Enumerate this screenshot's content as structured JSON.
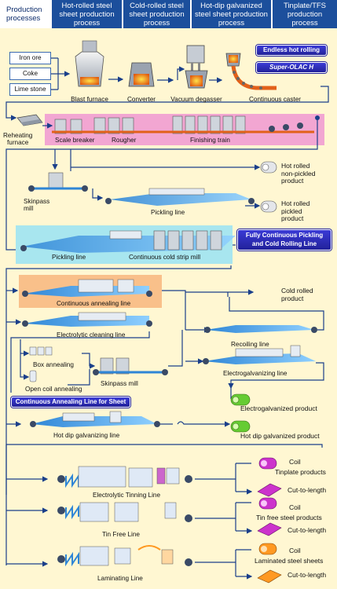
{
  "header": {
    "production_processes": "Production\nprocesses",
    "tabs": [
      {
        "label": "Hot-rolled steel\nsheet production\nprocess"
      },
      {
        "label": "Cold-rolled steel\nsheet production\nprocess"
      },
      {
        "label": "Hot-dip galvanized\nsteel sheet production\nprocess"
      },
      {
        "label": "Tinplate/TFS\nproduction\nprocess"
      }
    ]
  },
  "raw_materials": [
    "Iron ore",
    "Coke",
    "Lime stone"
  ],
  "equipment": {
    "blast_furnace": "Blast furnace",
    "converter": "Converter",
    "vacuum_degasser": "Vacuum degasser",
    "continuous_caster": "Continuous caster",
    "reheating_furnace": "Reheating\nfurnace",
    "scale_breaker": "Scale breaker",
    "rougher": "Rougher",
    "finishing_train": "Finishing train",
    "skinpass_mill_1": "Skinpass\nmill",
    "pickling_line_1": "Pickling line",
    "pickling_line_2": "Pickling line",
    "continuous_cold_strip_mill": "Continuous cold strip mill",
    "continuous_annealing_line": "Continuous annealing line",
    "electrolytic_cleaning_line": "Electrolytic cleaning line",
    "box_annealing": "Box annealing",
    "open_coil_annealing": "Open coil annealing",
    "skinpass_mill_2": "Skinpass mill",
    "recoiling_line": "Recoiling line",
    "electrogalvanizing_line": "Electrogalvanizing line",
    "hot_dip_galvanizing_line": "Hot dip galvanizing line",
    "electrolytic_tinning_line": "Electrolytic Tinning Line",
    "tin_free_line": "Tin Free Line",
    "laminating_line": "Laminating Line"
  },
  "badges": {
    "endless_hot_rolling": "Endless hot rolling",
    "super_olac_h": "Super-OLAC H",
    "fully_continuous": "Fully Continuous Pickling\nand Cold Rolling Line",
    "continuous_annealing_sheet": "Continuous Annealing Line for Sheet"
  },
  "products": {
    "hot_rolled_non_pickled": "Hot rolled\nnon-pickled\nproduct",
    "hot_rolled_pickled": "Hot rolled\npickled\nproduct",
    "cold_rolled": "Cold rolled\nproduct",
    "electrogalvanized": "Electrogalvanized product",
    "hot_dip_galvanized": "Hot dip galvanized product",
    "coil_1": "Coil",
    "tinplate_products": "Tinplate products",
    "cut_to_length_1": "Cut-to-length",
    "coil_2": "Coil",
    "tin_free_steel_products": "Tin free steel products",
    "cut_to_length_2": "Cut-to-length",
    "coil_3": "Coil",
    "laminated_steel_sheets": "Laminated steel sheets",
    "cut_to_length_3": "Cut-to-length"
  },
  "colors": {
    "background": "#fff7d2",
    "header_tab": "#1c4f9c",
    "flow_line": "#1a3f8a",
    "hot_rolling_band": "#f2a6d2",
    "cold_rolling_band": "#a8e6ef",
    "annealing_band": "#f9c08a",
    "product_electrogalvanized": "#66cc33",
    "product_tinplate": "#cc33cc",
    "product_laminated": "#ff9922",
    "badge": "#2a2ab8"
  },
  "icons": [
    "blast-furnace-icon",
    "converter-icon",
    "vacuum-degasser-icon",
    "continuous-caster-icon",
    "coil-icon",
    "sheet-stack-icon",
    "roll-stand-icon"
  ]
}
